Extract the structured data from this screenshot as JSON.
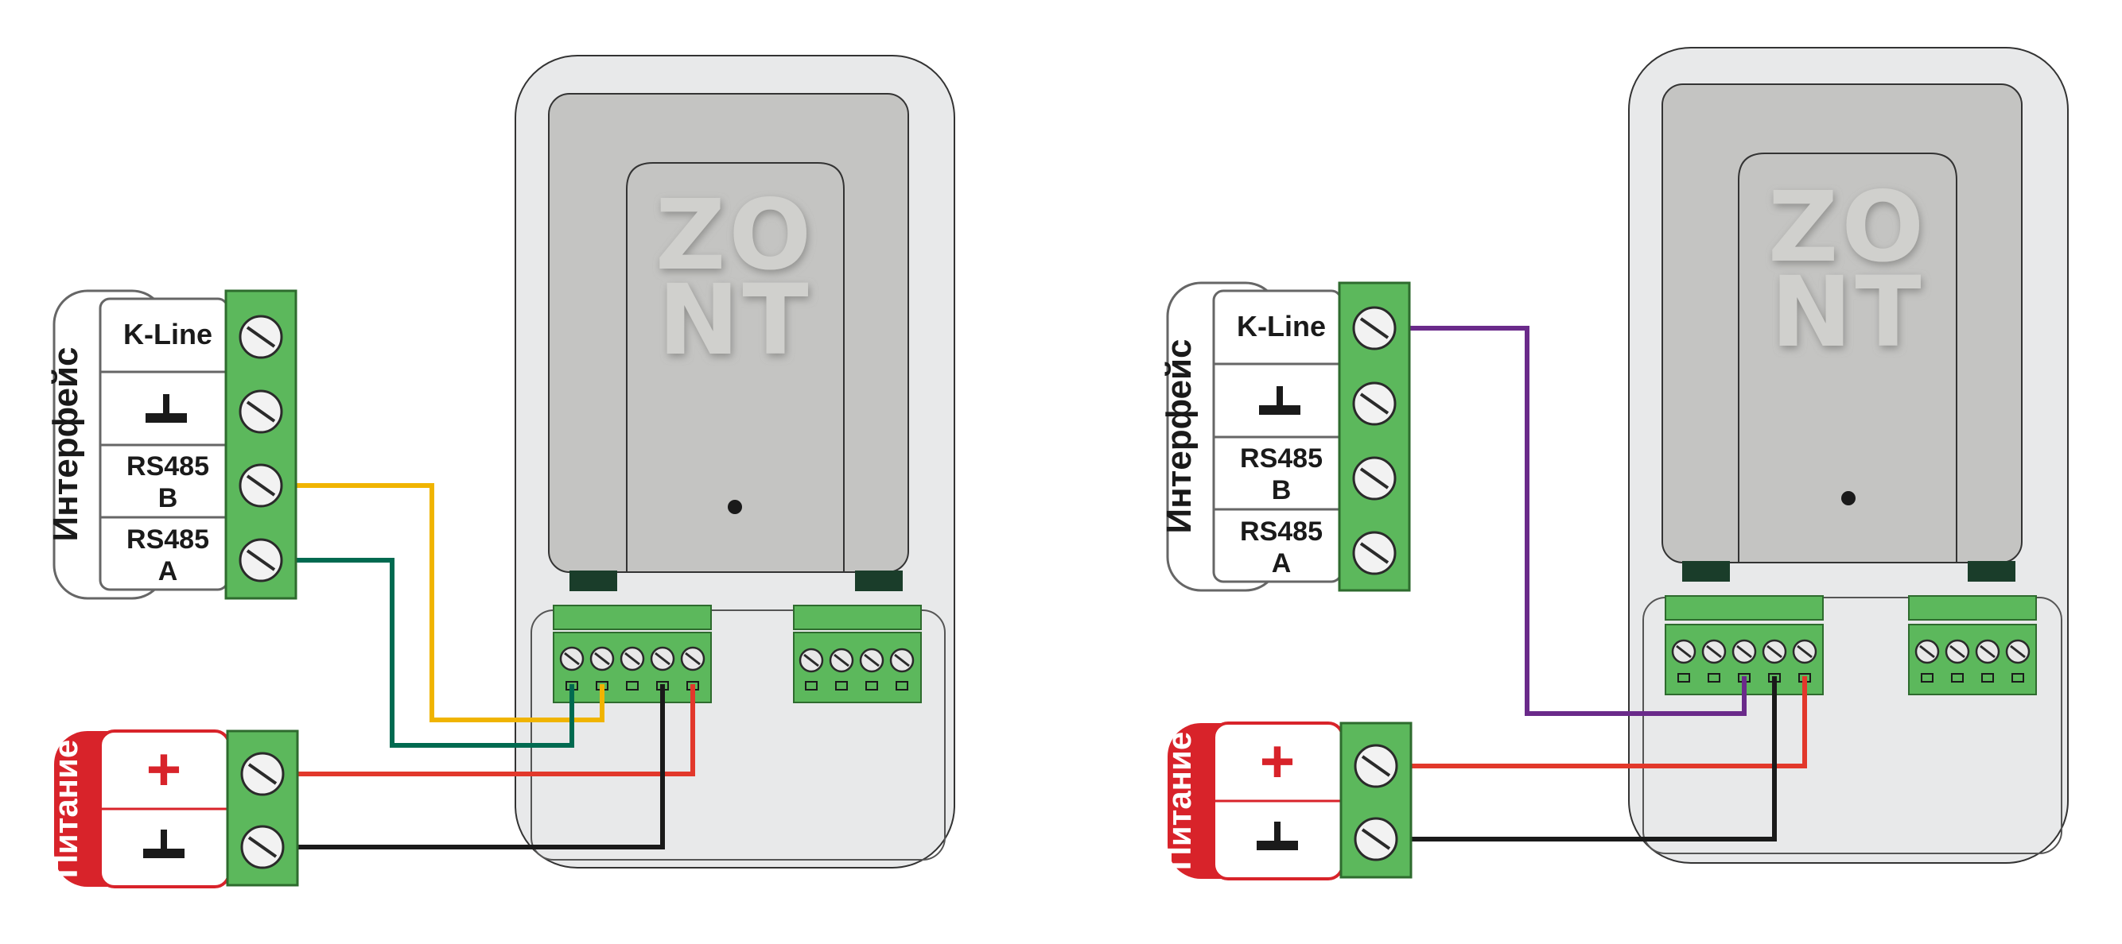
{
  "colors": {
    "terminal_green": "#5cb85c",
    "terminal_dark_green": "#2e6b2e",
    "device_body": "#e8e9ea",
    "device_panel": "#c4c4c2",
    "power_red": "#d8232a",
    "wire_yellow": "#f0b400",
    "wire_dark_green": "#006a50",
    "wire_red": "#e2382b",
    "wire_black": "#1a1a1a",
    "wire_purple": "#6a2a8a"
  },
  "left": {
    "interface": {
      "title": "Интерфейс",
      "rows": [
        {
          "label": "K-Line"
        },
        {
          "label": "ground",
          "icon": "ground-icon"
        },
        {
          "label_line1": "RS485",
          "label_line2": "B"
        },
        {
          "label_line1": "RS485",
          "label_line2": "A"
        }
      ]
    },
    "power": {
      "title": "Питание",
      "plus_symbol": "+",
      "ground_icon": "ground-icon"
    },
    "device": {
      "logo_line1": "ZO",
      "logo_line2": "NT"
    }
  },
  "right": {
    "interface": {
      "title": "Интерфейс",
      "rows": [
        {
          "label": "K-Line"
        },
        {
          "label": "ground",
          "icon": "ground-icon"
        },
        {
          "label_line1": "RS485",
          "label_line2": "B"
        },
        {
          "label_line1": "RS485",
          "label_line2": "A"
        }
      ]
    },
    "power": {
      "title": "Питание",
      "plus_symbol": "+",
      "ground_icon": "ground-icon"
    },
    "device": {
      "logo_line1": "ZO",
      "logo_line2": "NT"
    }
  }
}
